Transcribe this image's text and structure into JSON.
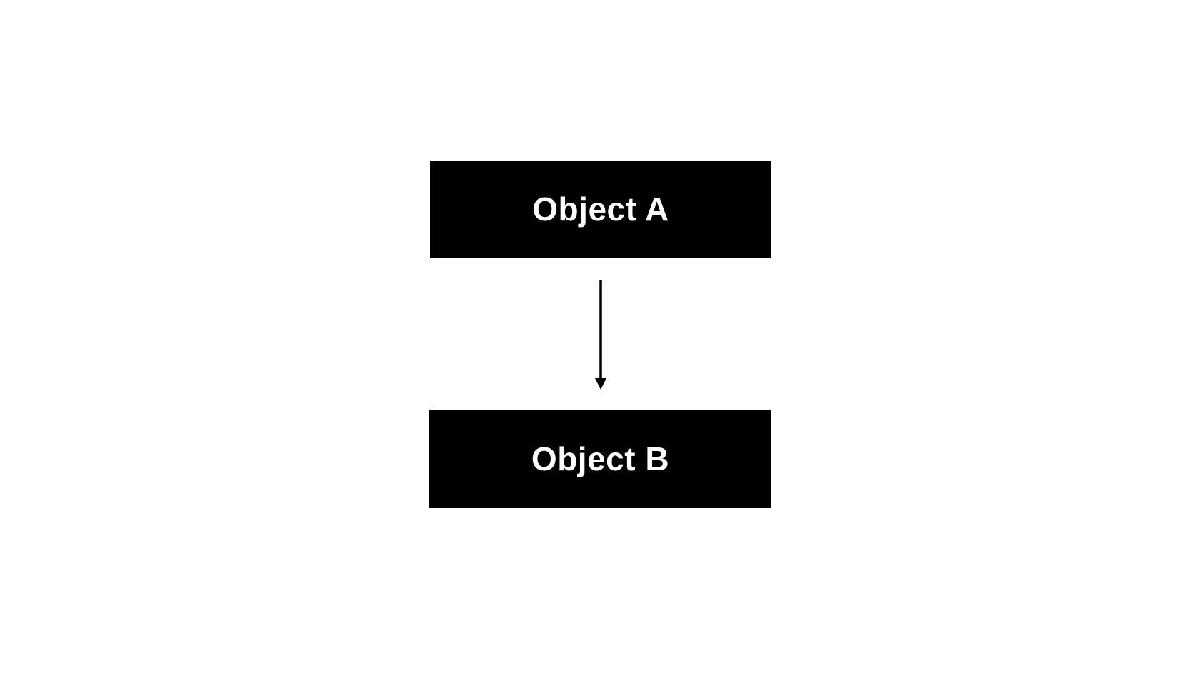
{
  "diagram": {
    "background_color": "#ffffff",
    "node_fill_color": "#000000",
    "node_text_color": "#ffffff",
    "arrow_color": "#000000",
    "nodes": [
      {
        "id": "object-a",
        "label": "Object A"
      },
      {
        "id": "object-b",
        "label": "Object B"
      }
    ],
    "edges": [
      {
        "from": "object-a",
        "to": "object-b",
        "direction": "down",
        "style": "solid-arrow"
      }
    ]
  }
}
